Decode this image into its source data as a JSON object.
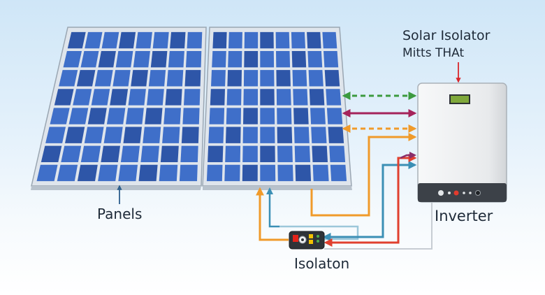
{
  "labels": {
    "title_line1": "Solar Isolator",
    "title_line2": "Mitts THAt",
    "panels": "Panels",
    "inverter": "Inverter",
    "isolator": "Isolaton"
  },
  "colors": {
    "panel_cell": "#3f6fc9",
    "panel_cell_dark": "#2e56a8",
    "panel_frame": "#dfe5ec",
    "inverter_body": "#eceef0",
    "inverter_base": "#3c4148",
    "display": "#7fa83b",
    "wire_green": "#3c9a3f",
    "wire_crimson": "#a5235a",
    "wire_orange": "#f09a2a",
    "wire_teal": "#3b8fb5",
    "wire_red": "#e0402f",
    "wire_purple": "#8a2e6a",
    "wire_light": "#b7d9e8",
    "arrow_red": "#d9262b",
    "arrow_blue": "#2d5f8c"
  },
  "icons": [
    "display-screen",
    "power-switch",
    "led-indicator",
    "terminal-port",
    "arrow-up",
    "arrow-down"
  ]
}
